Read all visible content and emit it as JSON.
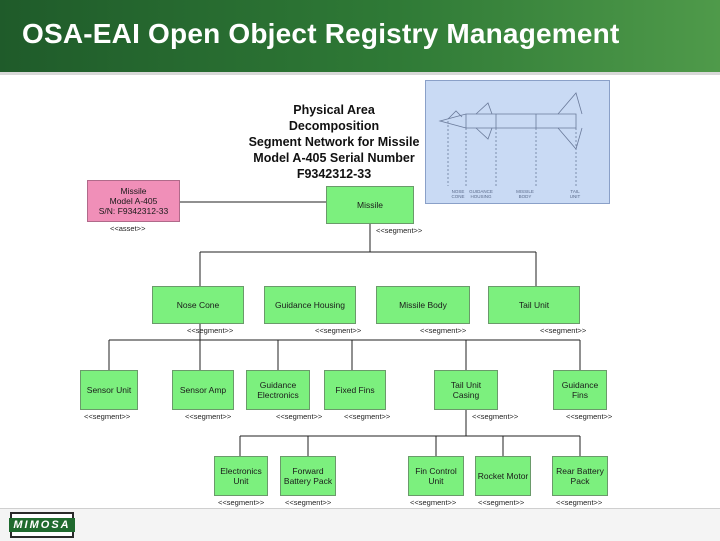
{
  "title": "OSA-EAI Open Object Registry Management",
  "logo": {
    "text": "MIMOSA",
    "icon": "mimosa-logo-icon"
  },
  "heading_lines": [
    "Physical Area",
    "Decomposition",
    "Segment Network for Missile",
    "Model A-405 Serial Number",
    "F9342312-33"
  ],
  "asset": {
    "label": "Missile\nModel A-405\nS/N: F9342312-33",
    "stereotype": "<<asset>>"
  },
  "root": {
    "label": "Missile",
    "stereotype": "<<segment>>"
  },
  "level1": [
    {
      "label": "Nose Cone",
      "stereotype": "<<segment>>"
    },
    {
      "label": "Guidance Housing",
      "stereotype": "<<segment>>"
    },
    {
      "label": "Missile Body",
      "stereotype": "<<segment>>"
    },
    {
      "label": "Tail Unit",
      "stereotype": "<<segment>>"
    }
  ],
  "level2": [
    {
      "label": "Sensor Unit",
      "stereotype": "<<segment>>"
    },
    {
      "label": "Sensor Amp",
      "stereotype": "<<segment>>"
    },
    {
      "label": "Guidance\nElectronics",
      "stereotype": "<<segment>>"
    },
    {
      "label": "Fixed Fins",
      "stereotype": "<<segment>>"
    },
    {
      "label": "Tail Unit\nCasing",
      "stereotype": "<<segment>>"
    },
    {
      "label": "Guidance\nFins",
      "stereotype": "<<segment>>"
    }
  ],
  "level3": [
    {
      "label": "Electronics\nUnit",
      "stereotype": "<<segment>>"
    },
    {
      "label": "Forward\nBattery Pack",
      "stereotype": "<<segment>>"
    },
    {
      "label": "Fin Control\nUnit",
      "stereotype": "<<segment>>"
    },
    {
      "label": "Rocket Motor",
      "stereotype": "<<segment>>"
    },
    {
      "label": "Rear Battery\nPack",
      "stereotype": "<<segment>>"
    }
  ],
  "picture_labels": [
    "NOSE\nCONE",
    "GUIDANCE\nHOUSING",
    "MISSILE\nBODY",
    "TAIL\nUNIT"
  ],
  "colors": {
    "title_bar": "#2f7a36",
    "segment_box": "#7cf07e",
    "asset_box": "#f08fb8",
    "picture_bg": "#c9daf4"
  }
}
